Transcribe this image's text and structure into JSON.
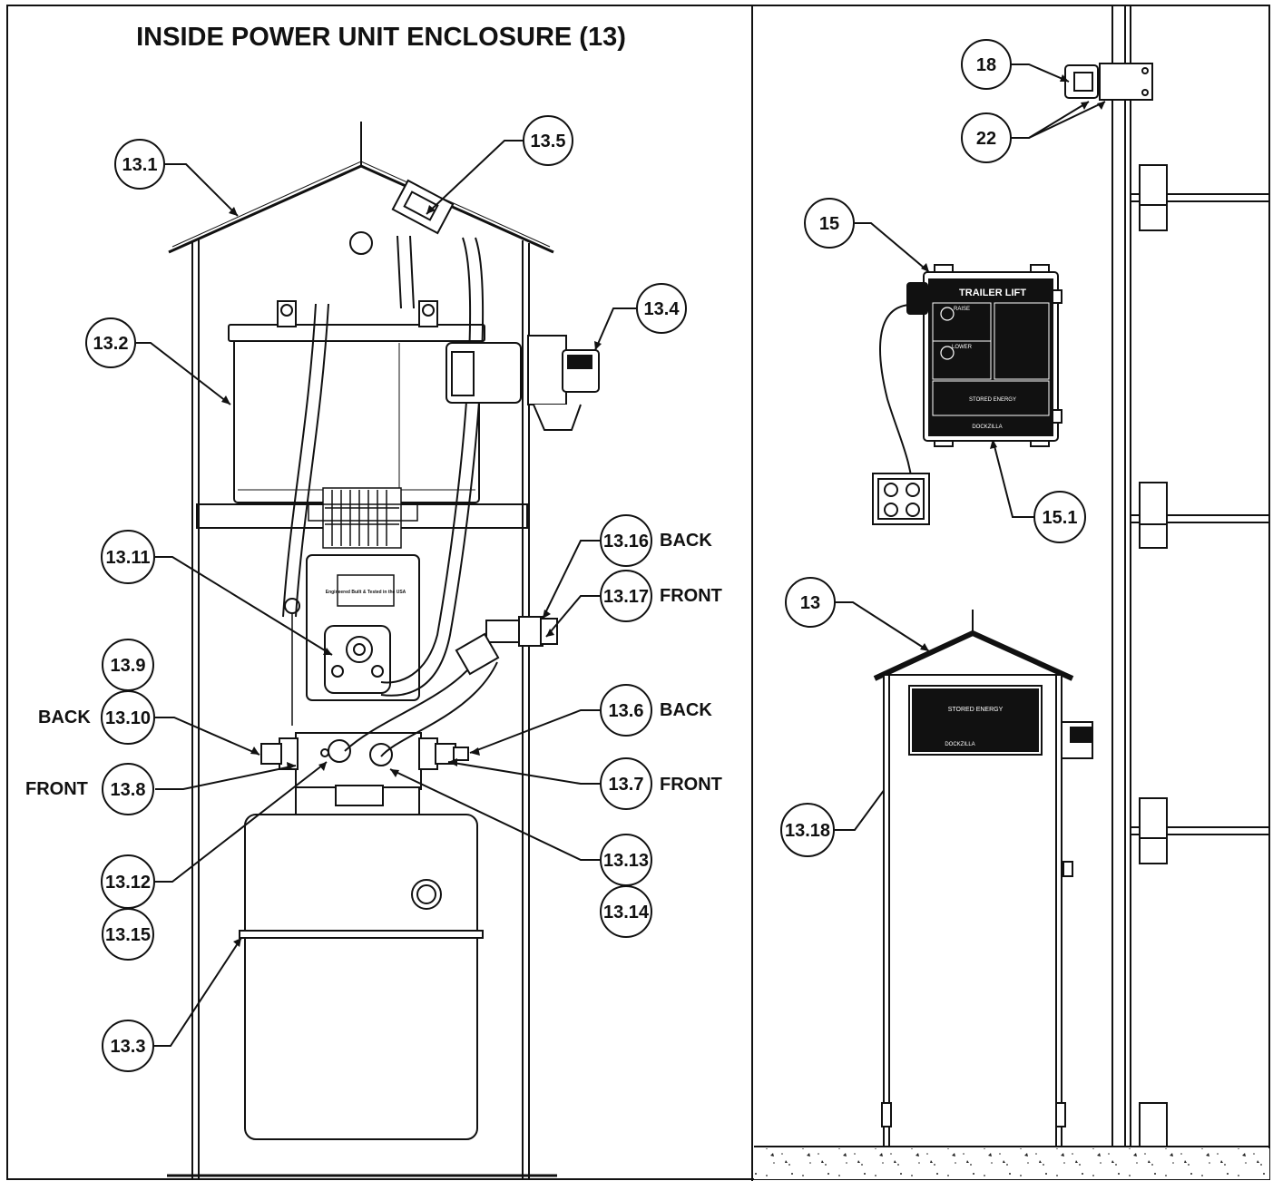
{
  "title": "INSIDE POWER UNIT ENCLOSURE (13)",
  "callouts": {
    "c13_1": "13.1",
    "c13_2": "13.2",
    "c13_3": "13.3",
    "c13_4": "13.4",
    "c13_5": "13.5",
    "c13_6": "13.6",
    "c13_7": "13.7",
    "c13_8": "13.8",
    "c13_9": "13.9",
    "c13_10": "13.10",
    "c13_11": "13.11",
    "c13_12": "13.12",
    "c13_13": "13.13",
    "c13_14": "13.14",
    "c13_15": "13.15",
    "c13_16": "13.16",
    "c13_17": "13.17",
    "c13_18": "13.18",
    "c13": "13",
    "c15": "15",
    "c15_1": "15.1",
    "c18": "18",
    "c22": "22"
  },
  "side_labels": {
    "back_13_16": "BACK",
    "front_13_17": "FRONT",
    "back_13_10": "BACK",
    "front_13_8": "FRONT",
    "back_13_6": "BACK",
    "front_13_7": "FRONT"
  },
  "control_box": {
    "title": "TRAILER LIFT",
    "raise": "RAISE",
    "lower": "LOWER",
    "stored_energy": "STORED ENERGY",
    "brand": "DOCKZILLA"
  },
  "enclosure_placard": {
    "title": "STORED ENERGY",
    "brand": "DOCKZILLA"
  },
  "motor_label": "Engineered Built & Tested in the USA"
}
